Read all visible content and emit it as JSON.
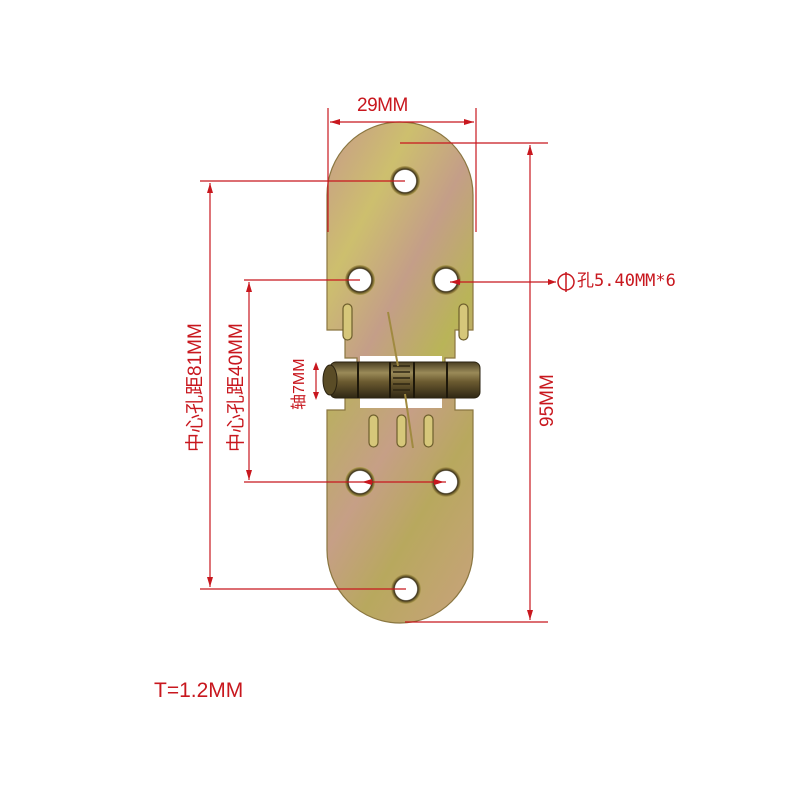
{
  "figure": {
    "title": "Folding table hinge dimension diagram",
    "subject": "spring-loaded flap hinge, yellow zinc plated",
    "colors": {
      "annotation": "#c8171e",
      "plate_light": "#c9b46a",
      "plate_pink": "#c79a8a",
      "plate_green": "#b9b458",
      "barrel": "#6b5a30",
      "background": "#ffffff"
    }
  },
  "dimensions": {
    "width": {
      "label": "29MM",
      "value_mm": 29
    },
    "length": {
      "label": "95MM",
      "value_mm": 95
    },
    "outer_hole_spacing": {
      "label": "中心孔距81MM",
      "value_mm": 81,
      "meaning": "center hole distance"
    },
    "inner_hole_spacing": {
      "label": "中心孔距40MM",
      "value_mm": 40,
      "meaning": "center hole distance"
    },
    "axle": {
      "label": "轴7MM",
      "value_mm": 7,
      "meaning": "axle diameter"
    },
    "holes": {
      "label": "孔5.40MM*6",
      "symbol": "diameter-symbol",
      "value_mm": 5.4,
      "count": 6
    },
    "thickness": {
      "label": "T=1.2MM",
      "value_mm": 1.2
    }
  }
}
